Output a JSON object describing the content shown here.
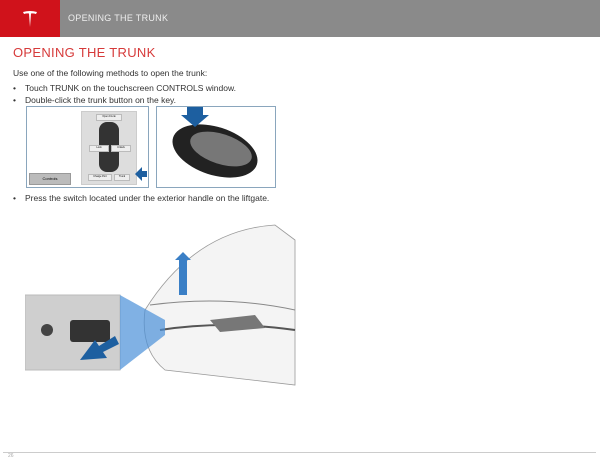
{
  "header": {
    "title": "OPENING THE TRUNK",
    "logo": "tesla-logo"
  },
  "main": {
    "title": "OPENING THE TRUNK",
    "intro": "Use one of the following methods to open the trunk:",
    "bullets": [
      "Touch TRUNK on the touchscreen CONTROLS window.",
      "Double-click the trunk button on the key.",
      "Press the switch located under the exterior handle on the liftgate."
    ],
    "touchscreen": {
      "top_button": "Open Frunk",
      "lock": "Lock",
      "unlock": "Unlock",
      "charge_port": "Charge Port",
      "trunk": "Trunk",
      "controls": "Controls"
    }
  },
  "footer": {
    "page": "26"
  },
  "colors": {
    "brand": "#d0121b",
    "arrow": "#1d5fa0"
  }
}
